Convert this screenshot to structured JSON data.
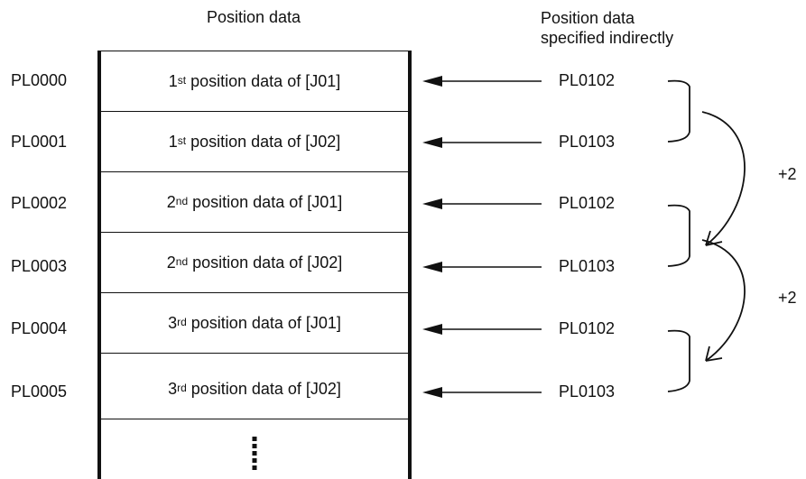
{
  "header": {
    "position_data": "Position data",
    "indirect_line1": "Position data",
    "indirect_line2": "specified indirectly"
  },
  "rows": [
    {
      "address": "PL0000",
      "ordinal_num": "1",
      "ordinal_suffix": "st",
      "text": " position data of [J01]",
      "pointer": "PL0102"
    },
    {
      "address": "PL0001",
      "ordinal_num": "1",
      "ordinal_suffix": "st",
      "text": " position data of [J02]",
      "pointer": "PL0103"
    },
    {
      "address": "PL0002",
      "ordinal_num": "2",
      "ordinal_suffix": "nd",
      "text": " position data of [J01]",
      "pointer": "PL0102"
    },
    {
      "address": "PL0003",
      "ordinal_num": "2",
      "ordinal_suffix": "nd",
      "text": " position data of [J02]",
      "pointer": "PL0103"
    },
    {
      "address": "PL0004",
      "ordinal_num": "3",
      "ordinal_suffix": "rd",
      "text": " position data of [J01]",
      "pointer": "PL0102"
    },
    {
      "address": "PL0005",
      "ordinal_num": "3",
      "ordinal_suffix": "rd",
      "text": " position data of [J02]",
      "pointer": "PL0103"
    }
  ],
  "increments": [
    "+2",
    "+2"
  ],
  "colors": {
    "ink": "#111111",
    "background": "#ffffff"
  }
}
